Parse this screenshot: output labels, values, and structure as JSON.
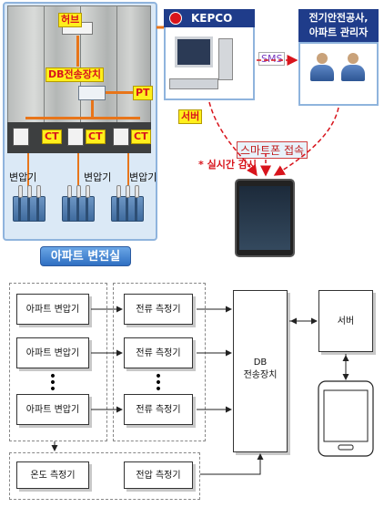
{
  "top": {
    "hub_label": "허브",
    "db_device_label": "DB전송장치",
    "pt_label": "PT",
    "ct_labels": [
      "CT",
      "CT",
      "CT"
    ],
    "transformer_labels": [
      "변압기",
      "변압기",
      "변압기"
    ],
    "apartment_substation_label": "아파트 변전실",
    "kepco_label": "KEPCO",
    "server_label": "서버",
    "sms_label": "SMS",
    "managers_title_line1": "전기안전공사,",
    "managers_title_line2": "아파트 관리자",
    "smartphone_access_label": "스마트폰 접속",
    "realtime_monitor_label": "* 실시간 감시"
  },
  "diagram": {
    "transformers": [
      "아파트 변압기",
      "아파트 변압기",
      "아파트 변압기"
    ],
    "current_meters": [
      "전류 측정기",
      "전류 측정기",
      "전류 측정기"
    ],
    "db_line1": "DB",
    "db_line2": "전송장치",
    "server": "서버",
    "temperature_meter": "온도 측정기",
    "voltage_meter": "전압 측정기"
  }
}
